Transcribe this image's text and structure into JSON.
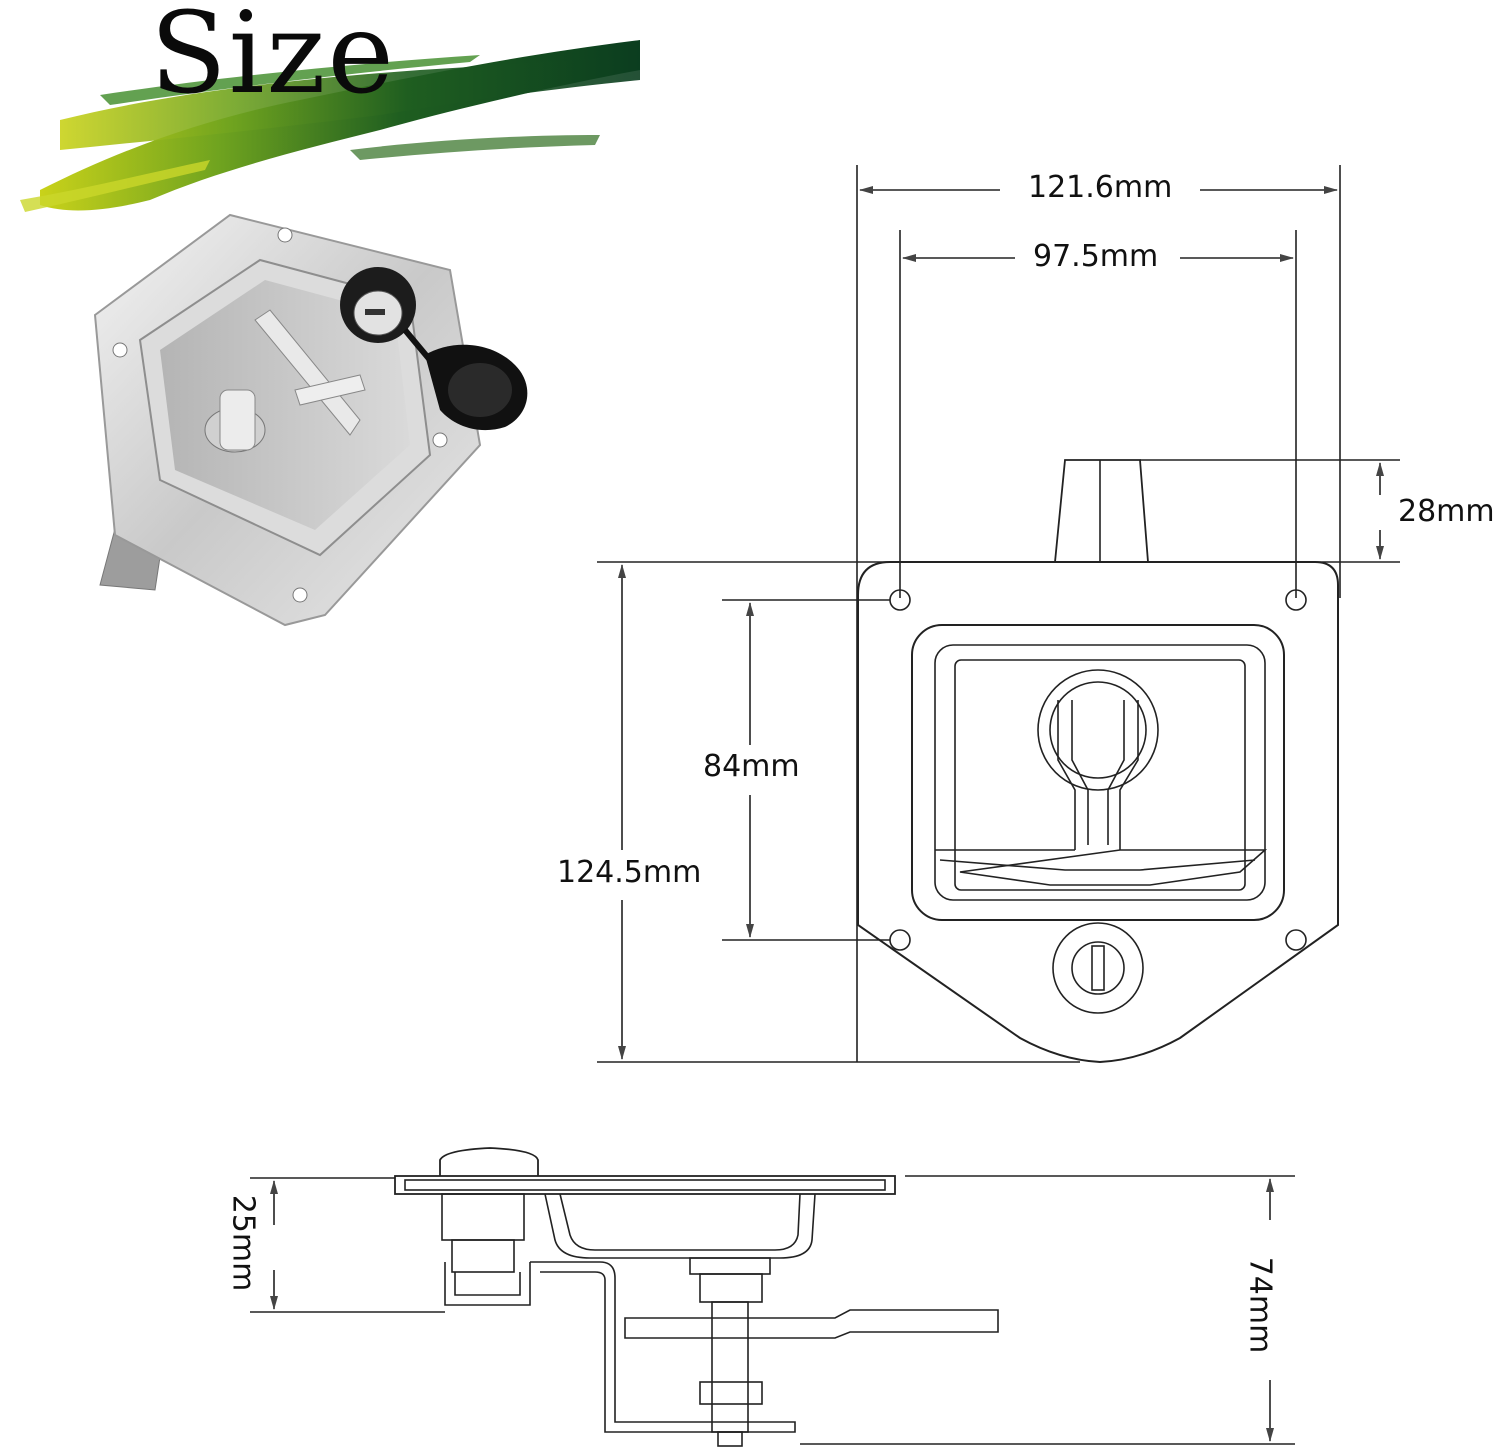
{
  "banner": {
    "title": "Size"
  },
  "dimensions": {
    "overall_width": "121.6mm",
    "hole_spacing_width": "97.5mm",
    "top_protrusion": "28mm",
    "hole_spacing_height": "84mm",
    "overall_height": "124.5mm",
    "side_depth": "25mm",
    "total_depth": "74mm"
  },
  "colors": {
    "banner_dark": "#0b3d1f",
    "banner_mid": "#2f7a22",
    "banner_light": "#b8cc18",
    "line": "#111111"
  }
}
